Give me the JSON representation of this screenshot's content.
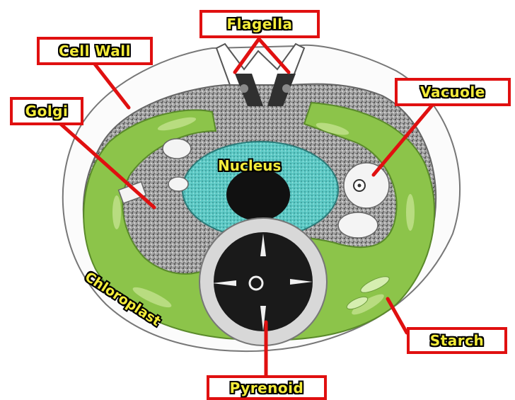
{
  "labels": {
    "flagella": "Flagella",
    "cell_wall": "Cell Wall",
    "golgi": "Golgi",
    "vacuole": "Vacuole",
    "nucleus": "Nucleus",
    "chloroplast": "Chloroplast",
    "starch": "Starch",
    "pyrenoid": "Pyrenoid"
  },
  "colors": {
    "label_text": "#f4ec3a",
    "label_border": "#e01010",
    "pointer_line": "#e01010",
    "chloroplast": "#8cc44a",
    "nucleus": "#4cc0c0",
    "nucleolus": "#111111",
    "cytoplasm": "#9a9a9a",
    "pyrenoid": "#1a1a1a"
  }
}
